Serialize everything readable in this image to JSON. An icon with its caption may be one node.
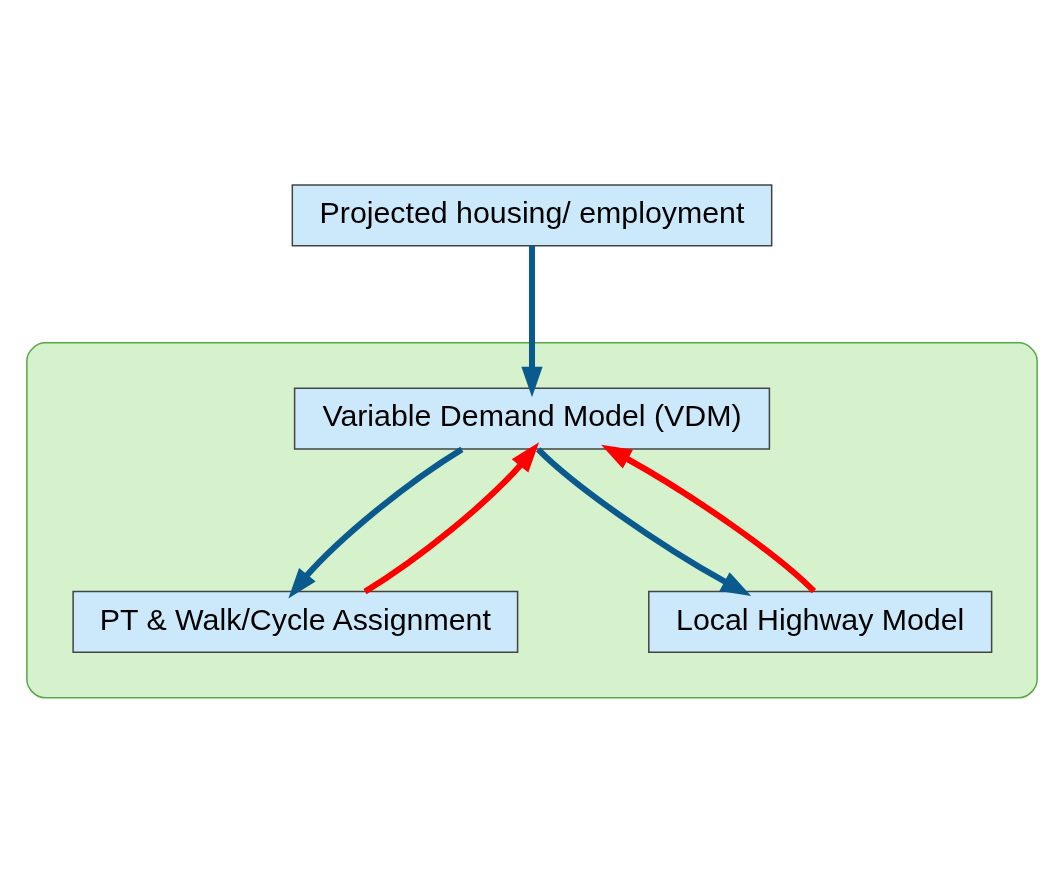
{
  "diagram": {
    "nodes": [
      {
        "text": [
          "Projected housing/ employment"
        ]
      },
      {
        "text": [],
        "shape": "trapezium"
      },
      {
        "text": [
          "Variable Demand Model (VDM)"
        ],
        "in": 1
      },
      {
        "text": [
          "PT & Walk/Cycle Assignment"
        ],
        "in": 1
      },
      {
        "text": [
          "Local Highway Model"
        ],
        "in": 1
      }
    ],
    "edges": [
      {
        "from": 0,
        "to": 2,
        "arrow": "to"
      },
      {
        "from": 2,
        "to": 3,
        "arrow": "to"
      },
      {
        "from": 3,
        "to": 2,
        "arrow": "to",
        "color": "#ff0000"
      },
      {
        "from": 4,
        "to": 2,
        "arrow": "to",
        "color": "#ff0000"
      },
      {
        "from": 2,
        "to": 4,
        "arrow": "to"
      }
    ]
  }
}
